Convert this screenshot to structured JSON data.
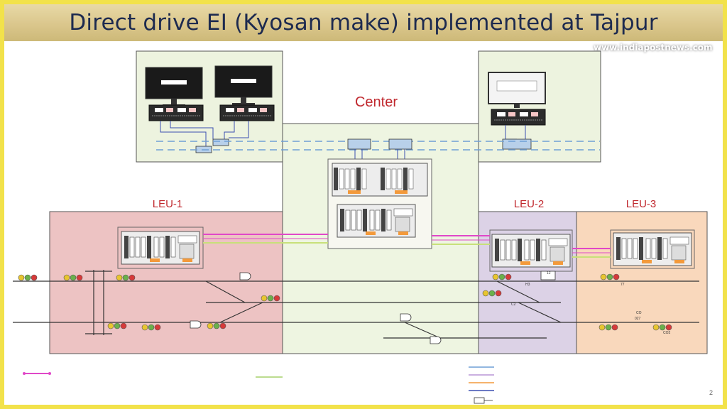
{
  "slide": {
    "title": "Direct drive EI (Kyosan make) implemented at Tajpur",
    "watermark": "www.indiapostnews.com",
    "page_number": "2"
  },
  "diagram": {
    "center_label": "Center",
    "leu_labels": [
      "LEU-1",
      "LEU-2",
      "LEU-3"
    ],
    "track_labels": [
      "H3",
      "12",
      "C2",
      "CO",
      "027",
      "CO2",
      "77"
    ],
    "colors": {
      "leu1_fill": "#edc3c3",
      "leu2_fill": "#dcd2e6",
      "leu3_fill": "#f9d8bc",
      "center_fill": "#eef5e1",
      "link_magenta": "#e048c8",
      "link_green": "#c8e07a",
      "bus_blue": "#6f9fd6",
      "label_red": "#c0272d"
    }
  }
}
